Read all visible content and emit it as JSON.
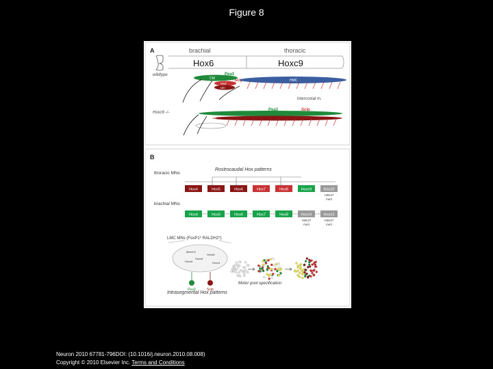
{
  "page": {
    "title": "Figure 8",
    "citation": "Neuron 2010 67781-796DOI: (10.1016/j.neuron.2010.08.008)",
    "copyright": "Copyright © 2010 Elsevier Inc.",
    "terms_link": "Terms and Conditions"
  },
  "panel_a": {
    "label": "A",
    "brachial": "brachial",
    "thoracic": "thoracic",
    "hox6": "Hox6",
    "hoxc9": "Hoxc9",
    "wildtype": "wildtype",
    "pea3": "Pea3",
    "scip": "Scip",
    "cm": "CM",
    "msd": "Msd",
    "uln": "Uln",
    "hmc": "HMC",
    "intercostal": "intercostal m.",
    "hoxc6_mutant": "Hoxc6 -/-",
    "pea3_b": "Pea3",
    "scip_b": "Scip",
    "cm_b": "CM"
  },
  "panel_b": {
    "label": "B",
    "thoracic_mns": "thoracic MNs",
    "rostrocaudal": "Rostrocaudal Hox patterns",
    "brachial_mns": "brachial MNs",
    "thoracic_genes": [
      "Hox4",
      "Hox5",
      "Hox6",
      "Hox7",
      "Hox8",
      "Hoxc9",
      "Hox10"
    ],
    "brachial_genes": [
      "Hox4",
      "Hox5",
      "Hox6",
      "Hox7",
      "Hox8",
      "Hoxc9",
      "Hox10"
    ],
    "thoracic_marks": [
      "",
      "",
      "",
      "",
      "",
      "",
      "H3K27 me3"
    ],
    "brachial_marks": [
      "",
      "",
      "",
      "",
      "",
      "H3K27 me3",
      "H3K27 me3"
    ],
    "lmc_mns": "LMC MNs (FoxP1* RALDH2*)",
    "mn_labels": [
      "Meis1/2",
      "Hoxc8",
      "Hoxa5",
      "Hoxc6",
      "Hoxc4"
    ],
    "pea3_c": "Pea3",
    "scip_c": "Scip",
    "motor_pool": "Motor pool specification",
    "intrasegmental": "Intrasegmental Hox patterns"
  },
  "colors": {
    "cm_green": "#1f8a3a",
    "hmc_blue": "#3a5ea0",
    "maroon": "#8a1515",
    "red": "#c83232",
    "bright_green": "#17a34a",
    "grey": "#9a9a9a"
  }
}
